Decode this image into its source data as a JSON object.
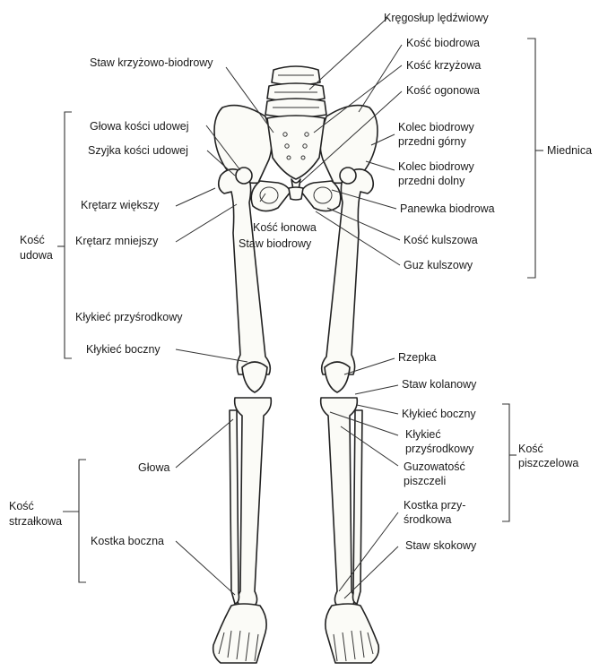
{
  "labels": {
    "lumbar_spine": "Kręgosłup lędźwiowy",
    "ilium": "Kość biodrowa",
    "sacrum": "Kość krzyżowa",
    "coccyx": "Kość ogonowa",
    "asis": [
      "Kolec biodrowy",
      "przedni górny"
    ],
    "aiis": [
      "Kolec biodrowy",
      "przedni dolny"
    ],
    "acetabulum": "Panewka biodrowa",
    "ischium": "Kość kulszowa",
    "ischial_tuberosity": "Guz kulszowy",
    "pelvis_group": "Miednica",
    "sacroiliac_joint": "Staw krzyżowo-biodrowy",
    "femoral_head": "Głowa kości udowej",
    "femoral_neck": "Szyjka kości udowej",
    "greater_trochanter": "Krętarz większy",
    "lesser_trochanter": "Krętarz mniejszy",
    "pubis": "Kość łonowa",
    "hip_joint": "Staw biodrowy",
    "femur_group": [
      "Kość",
      "udowa"
    ],
    "medial_condyle_femur": "Kłykieć przyśrodkowy",
    "lateral_condyle_femur": "Kłykieć boczny",
    "patella": "Rzepka",
    "knee_joint": "Staw kolanowy",
    "lateral_condyle_tibia": "Kłykieć boczny",
    "medial_condyle_tibia": [
      "Kłykieć",
      "przyśrodkowy"
    ],
    "tibial_tuberosity": [
      "Guzowatość",
      "piszczeli"
    ],
    "medial_malleolus": [
      "Kostka przy-",
      "środkowa"
    ],
    "tibia_group": [
      "Kość",
      "piszczelowa"
    ],
    "ankle_joint": "Staw skokowy",
    "fibula_head": "Głowa",
    "lateral_malleolus": "Kostka boczna",
    "fibula_group": [
      "Kość",
      "strzałkowa"
    ]
  }
}
